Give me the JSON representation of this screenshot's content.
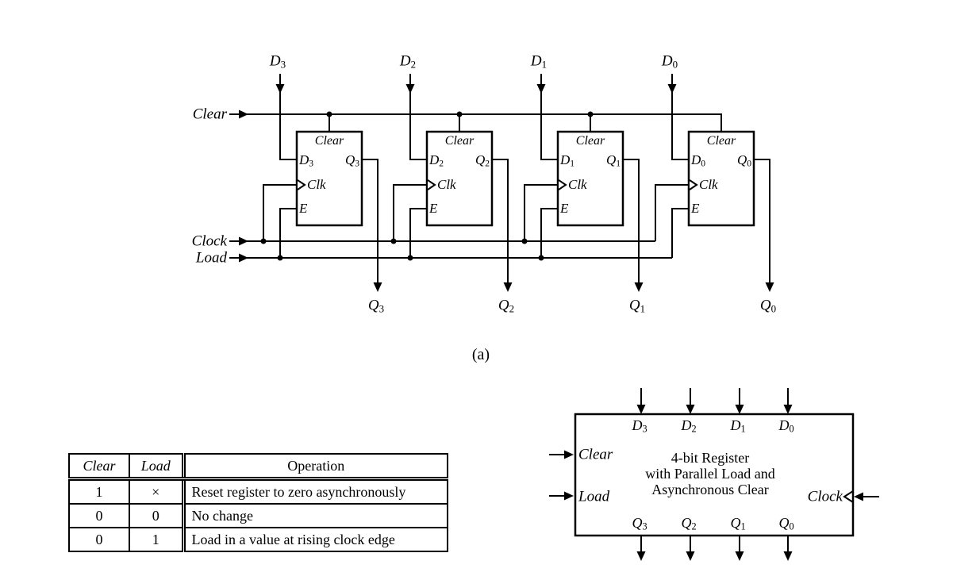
{
  "colors": {
    "ink": "#000000",
    "background": "#ffffff"
  },
  "circuit": {
    "caption": "(a)",
    "signals": {
      "clear": "Clear",
      "clock": "Clock",
      "load": "Load"
    },
    "data_inputs": [
      {
        "base": "D",
        "sub": "3"
      },
      {
        "base": "D",
        "sub": "2"
      },
      {
        "base": "D",
        "sub": "1"
      },
      {
        "base": "D",
        "sub": "0"
      }
    ],
    "outputs": [
      {
        "base": "Q",
        "sub": "3"
      },
      {
        "base": "Q",
        "sub": "2"
      },
      {
        "base": "Q",
        "sub": "1"
      },
      {
        "base": "Q",
        "sub": "0"
      }
    ],
    "flipflops": [
      {
        "clear": "Clear",
        "clk": "Clk",
        "enable": "E",
        "d": {
          "base": "D",
          "sub": "3"
        },
        "q": {
          "base": "Q",
          "sub": "3"
        }
      },
      {
        "clear": "Clear",
        "clk": "Clk",
        "enable": "E",
        "d": {
          "base": "D",
          "sub": "2"
        },
        "q": {
          "base": "Q",
          "sub": "2"
        }
      },
      {
        "clear": "Clear",
        "clk": "Clk",
        "enable": "E",
        "d": {
          "base": "D",
          "sub": "1"
        },
        "q": {
          "base": "Q",
          "sub": "1"
        }
      },
      {
        "clear": "Clear",
        "clk": "Clk",
        "enable": "E",
        "d": {
          "base": "D",
          "sub": "0"
        },
        "q": {
          "base": "Q",
          "sub": "0"
        }
      }
    ]
  },
  "table": {
    "headers": [
      "Clear",
      "Load",
      "Operation"
    ],
    "rows": [
      [
        "1",
        "×",
        "Reset register to zero asynchronously"
      ],
      [
        "0",
        "0",
        "No change"
      ],
      [
        "0",
        "1",
        "Load in a value at rising clock edge"
      ]
    ]
  },
  "block": {
    "title_lines": [
      "4-bit Register",
      "with Parallel Load and",
      "Asynchronous Clear"
    ],
    "inputs_top": [
      {
        "base": "D",
        "sub": "3"
      },
      {
        "base": "D",
        "sub": "2"
      },
      {
        "base": "D",
        "sub": "1"
      },
      {
        "base": "D",
        "sub": "0"
      }
    ],
    "inputs_left": [
      {
        "label": "Clear"
      },
      {
        "label": "Load"
      }
    ],
    "input_right": {
      "label": "Clock"
    },
    "outputs_bottom": [
      {
        "base": "Q",
        "sub": "3"
      },
      {
        "base": "Q",
        "sub": "2"
      },
      {
        "base": "Q",
        "sub": "1"
      },
      {
        "base": "Q",
        "sub": "0"
      }
    ]
  }
}
